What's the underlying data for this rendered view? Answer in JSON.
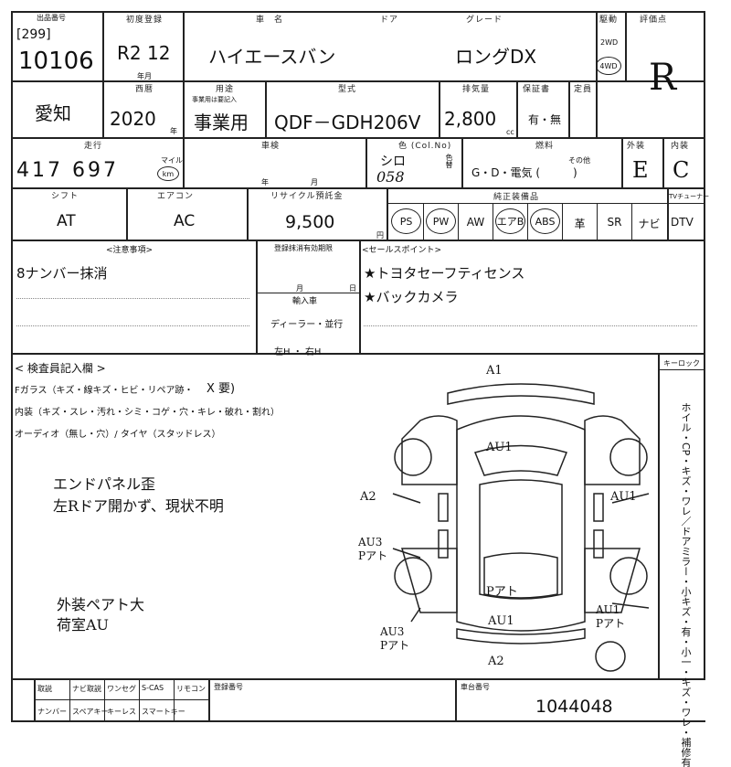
{
  "header": {
    "lot_label": "出品番号",
    "lot_box": "[299]",
    "lot_no": "10106",
    "first_reg_label": "初度登録",
    "first_reg": "R2 12",
    "month_label": "年月",
    "car_name_label": "車　名",
    "car_name": "ハイエースバン",
    "door_label": "ドア",
    "grade_label": "グレード",
    "grade": "ロングDX",
    "drive_label": "駆動",
    "drive_2wd": "2WD",
    "drive_4wd": "4WD",
    "score_label": "評価点",
    "score": "R"
  },
  "row2": {
    "region": "愛知",
    "year_label": "西暦",
    "year": "2020",
    "year_unit": "年",
    "usage_label": "用途",
    "usage_sub": "事業用は要記入",
    "usage": "事業用",
    "model_label": "型式",
    "model": "QDF－GDH206V",
    "disp_label": "排気量",
    "disp": "2,800",
    "disp_unit": "cc",
    "warranty_label": "保証書",
    "warranty": "有・無",
    "capacity_label": "定員"
  },
  "row3": {
    "mileage_label": "走行",
    "mileage": "417 697",
    "mileage_unit_mile": "マイル",
    "mileage_unit_km": "km",
    "shaken_label": "車検",
    "shaken_year": "年",
    "shaken_month": "月",
    "color_label": "色 (Col.No)",
    "color": "シロ",
    "color_no": "058",
    "color_change_label": "色替",
    "fuel_label": "燃料",
    "fuel": "G・D・電気 (　　　)",
    "fuel_other": "その他",
    "exterior_label": "外装",
    "exterior": "E",
    "interior_label": "内装",
    "interior": "C"
  },
  "row4": {
    "shift_label": "シフト",
    "shift": "AT",
    "ac_label": "エアコン",
    "ac": "AC",
    "recycle_label": "リサイクル預託金",
    "recycle": "9,500",
    "recycle_unit": "円",
    "equip_label": "純正装備品",
    "equipment": [
      "PS",
      "PW",
      "AW",
      "エアB",
      "ABS",
      "革",
      "SR",
      "ナビ"
    ],
    "tv_label": "TVチューナー",
    "tv": "DTV"
  },
  "notes": {
    "caution_label": "<注意事項>",
    "caution_text": "8ナンバー抹消",
    "deadline_label": "登録抹消有効期限",
    "deadline_month": "月",
    "deadline_day": "日",
    "import_label": "輸入車",
    "import_value": "ディーラー・並行",
    "handle": "左H ・ 右H",
    "sales_label": "<セールスポイント>",
    "sales_points": [
      "★トヨタセーフティセンス",
      "★バックカメラ"
    ]
  },
  "inspection": {
    "title": "< 検査員記入欄 >",
    "line1": "Fガラス（キズ・線キズ・ヒビ・リペア跡・",
    "line1_mark": "X 要)",
    "line2": "内装（キズ・スレ・汚れ・シミ・コゲ・穴・キレ・破れ・割れ）",
    "line3": "オーディオ（無し・穴）/ タイヤ（スタッドレス）",
    "hand_notes": [
      "エンドパネル歪",
      "左Rドア開かず、現状不明",
      "外装ペアト大",
      "荷室AU"
    ],
    "key_label": "キーロック",
    "side_text": "ホイル・CP・キズ・ワレ／ドアミラー・小キズ・有・小一・キズ・ワレ・補修有"
  },
  "diagram_marks": {
    "top": "A1",
    "hood": "AU1",
    "left_front": "A2",
    "right_front": "AU1",
    "left_mid": "AU3\nPアト",
    "roof": "Pアト",
    "rear": "AU1",
    "left_rear": "AU3\nPアト",
    "right_rear": "AU1\nPアト",
    "bottom": "A2"
  },
  "footer": {
    "cells_top": [
      "取説",
      "ナビ取説",
      "ワンセグ",
      "S-CAS",
      "リモコン"
    ],
    "cells_bottom": [
      "ナンバー",
      "スペアキー",
      "キーレス",
      "スマートキー"
    ],
    "reg_no_label": "登録番号",
    "chassis_label": "車台番号",
    "chassis": "1044048"
  }
}
